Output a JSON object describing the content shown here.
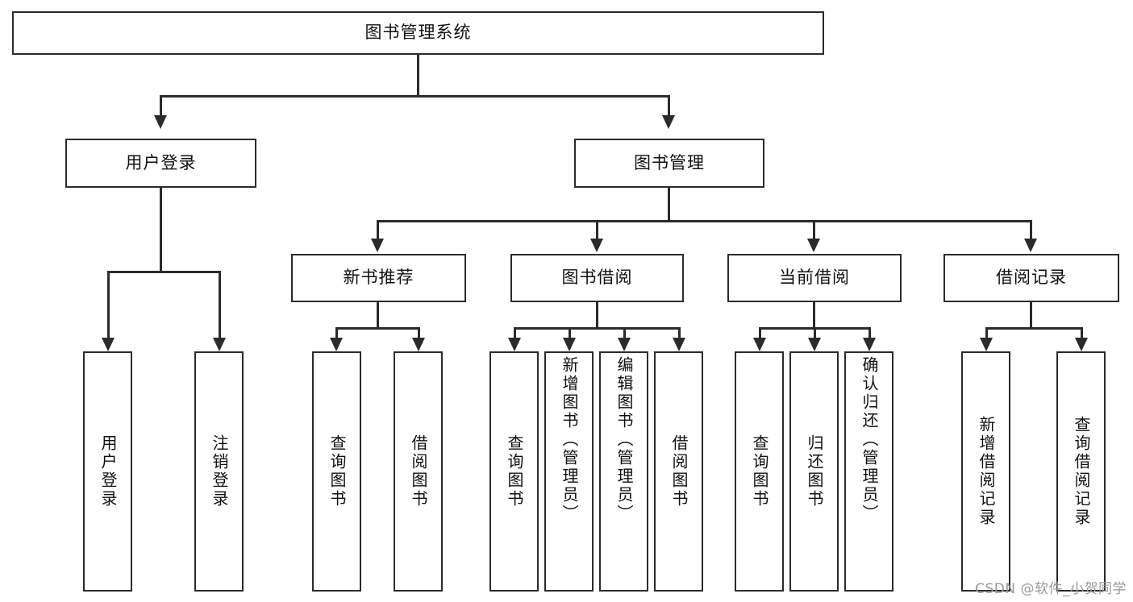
{
  "diagram": {
    "title": "图书管理系统",
    "type": "tree",
    "root": {
      "label": "图书管理系统"
    },
    "level1": [
      {
        "label": "用户登录"
      },
      {
        "label": "图书管理"
      }
    ],
    "level2": [
      {
        "label": "新书推荐",
        "parent": "图书管理"
      },
      {
        "label": "图书借阅",
        "parent": "图书管理"
      },
      {
        "label": "当前借阅",
        "parent": "图书管理"
      },
      {
        "label": "借阅记录",
        "parent": "图书管理"
      }
    ],
    "leaves": [
      {
        "label": "用户登录",
        "parent": "用户登录"
      },
      {
        "label": "注销登录",
        "parent": "用户登录"
      },
      {
        "label": "查询图书",
        "parent": "新书推荐"
      },
      {
        "label": "借阅图书",
        "parent": "新书推荐"
      },
      {
        "label": "查询图书",
        "parent": "图书借阅"
      },
      {
        "label": "新增图书（管理员）",
        "parent": "图书借阅"
      },
      {
        "label": "编辑图书（管理员）",
        "parent": "图书借阅"
      },
      {
        "label": "借阅图书",
        "parent": "图书借阅"
      },
      {
        "label": "查询图书",
        "parent": "当前借阅"
      },
      {
        "label": "归还图书",
        "parent": "当前借阅"
      },
      {
        "label": "确认归还（管理员）",
        "parent": "当前借阅"
      },
      {
        "label": "新增借阅记录",
        "parent": "借阅记录"
      },
      {
        "label": "查询借阅记录",
        "parent": "借阅记录"
      }
    ],
    "watermark": "CSDN @软件_小贺同学",
    "colors": {
      "stroke": "#2b2b2b",
      "fill": "#ffffff",
      "text": "#111111",
      "watermark": "#9a9a9a"
    }
  }
}
